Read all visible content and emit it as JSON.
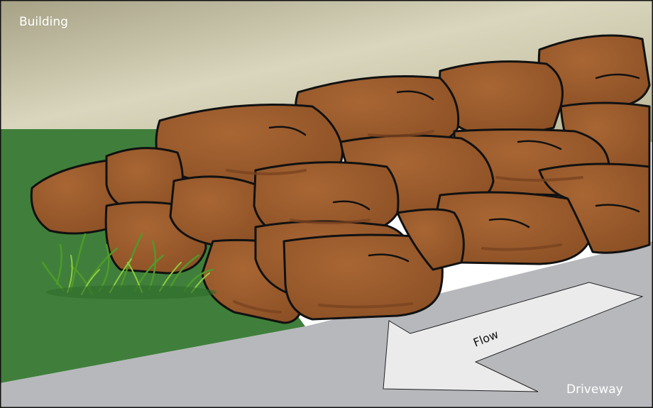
{
  "labels": {
    "building": "Building",
    "flow": "Flow",
    "driveway": "Driveway"
  },
  "colors": {
    "wall_light": "#d9d6bd",
    "wall_dark": "#a6a185",
    "lawn": "#3f7f3b",
    "driveway": "#b7b8bc",
    "sandbag": "#9a5a2a",
    "sandbag_shadow": "#7a4420",
    "grass_tuft": "#6fb43a",
    "arrow": "#ebebeb"
  },
  "icons": {
    "sandbags": "sandbag-stack-icon",
    "grass": "grass-tuft-icon",
    "arrow": "flow-arrow-icon"
  }
}
